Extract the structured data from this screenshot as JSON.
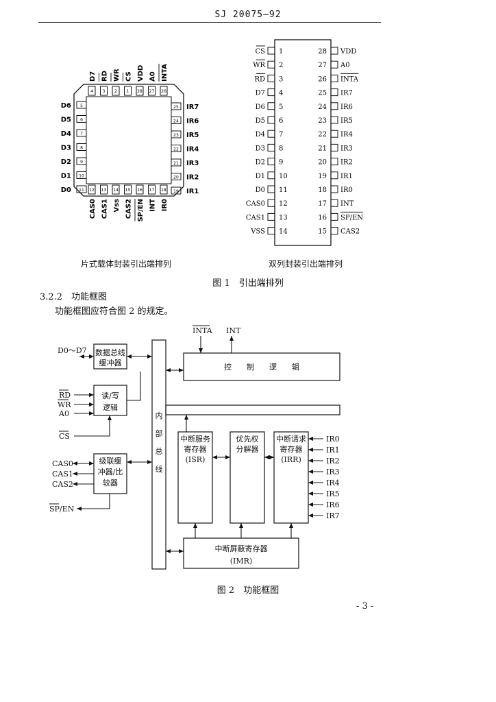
{
  "header": {
    "std": "SJ 20075—92"
  },
  "plcc": {
    "caption": "片式载体封装引出端排列",
    "top": [
      {
        "name": "D7",
        "pin": "4"
      },
      {
        "name": "RD",
        "pin": "3",
        "bar": true
      },
      {
        "name": "WR",
        "pin": "2",
        "bar": true
      },
      {
        "name": "CS",
        "pin": "1",
        "bar": true
      },
      {
        "name": "V_DD",
        "pin": "28"
      },
      {
        "name": "A0",
        "pin": "27"
      },
      {
        "name": "INTA",
        "pin": "26",
        "bar": true
      }
    ],
    "left": [
      {
        "name": "D6",
        "pin": "5"
      },
      {
        "name": "D5",
        "pin": "6"
      },
      {
        "name": "D4",
        "pin": "7"
      },
      {
        "name": "D3",
        "pin": "8"
      },
      {
        "name": "D2",
        "pin": "9"
      },
      {
        "name": "D1",
        "pin": "10"
      },
      {
        "name": "D0",
        "pin": "11"
      }
    ],
    "right": [
      {
        "name": "IR7",
        "pin": "25"
      },
      {
        "name": "IR6",
        "pin": "24"
      },
      {
        "name": "IR5",
        "pin": "23"
      },
      {
        "name": "IR4",
        "pin": "22"
      },
      {
        "name": "IR3",
        "pin": "21"
      },
      {
        "name": "IR2",
        "pin": "20"
      },
      {
        "name": "IR1",
        "pin": "19"
      }
    ],
    "bottom": [
      {
        "name": "CAS0",
        "pin": "12"
      },
      {
        "name": "CAS1",
        "pin": "13"
      },
      {
        "name": "Vss",
        "pin": "14"
      },
      {
        "name": "CAS2",
        "pin": "15"
      },
      {
        "name": "SP/EN",
        "pin": "16",
        "bar": true
      },
      {
        "name": "INT",
        "pin": "17"
      },
      {
        "name": "IR0",
        "pin": "18"
      }
    ]
  },
  "dip": {
    "caption": "双列封装引出端排列",
    "left": [
      {
        "pin": "1",
        "name": "CS",
        "bar": true
      },
      {
        "pin": "2",
        "name": "WR",
        "bar": true
      },
      {
        "pin": "3",
        "name": "RD",
        "bar": true
      },
      {
        "pin": "4",
        "name": "D7"
      },
      {
        "pin": "5",
        "name": "D6"
      },
      {
        "pin": "6",
        "name": "D5"
      },
      {
        "pin": "7",
        "name": "D4"
      },
      {
        "pin": "8",
        "name": "D3"
      },
      {
        "pin": "9",
        "name": "D2"
      },
      {
        "pin": "10",
        "name": "D1"
      },
      {
        "pin": "11",
        "name": "D0"
      },
      {
        "pin": "12",
        "name": "CAS0"
      },
      {
        "pin": "13",
        "name": "CAS1"
      },
      {
        "pin": "14",
        "name": "V_SS"
      }
    ],
    "right": [
      {
        "pin": "28",
        "name": "V_DD"
      },
      {
        "pin": "27",
        "name": "A0"
      },
      {
        "pin": "26",
        "name": "INTA",
        "bar": true
      },
      {
        "pin": "25",
        "name": "IR7"
      },
      {
        "pin": "24",
        "name": "IR6"
      },
      {
        "pin": "23",
        "name": "IR5"
      },
      {
        "pin": "22",
        "name": "IR4"
      },
      {
        "pin": "21",
        "name": "IR3"
      },
      {
        "pin": "20",
        "name": "IR2"
      },
      {
        "pin": "19",
        "name": "IR1"
      },
      {
        "pin": "18",
        "name": "IR0"
      },
      {
        "pin": "17",
        "name": "INT"
      },
      {
        "pin": "16",
        "name": "SP/EN",
        "bar": true
      },
      {
        "pin": "15",
        "name": "CAS2"
      }
    ]
  },
  "fig1_title": "图 1　引出端排列",
  "section": "3.2.2　功能框图",
  "paragraph": "功能框图应符合图 2 的规定。",
  "fig2": {
    "inta": "INTA",
    "int": "INT",
    "d_bus": "D0～D7",
    "data_buffer": [
      "数据总线",
      "缓冲器"
    ],
    "control_logic": "控　　制　　逻　　辑",
    "rw_logic": [
      "读/写",
      "逻辑"
    ],
    "rd": "RD",
    "wr": "WR",
    "a0": "A0",
    "cs": "CS",
    "internal_bus": [
      "内",
      "部",
      "总",
      "线"
    ],
    "cascade": [
      "级联缓",
      "冲器/比",
      "较器"
    ],
    "cas0": "CAS0",
    "cas1": "CAS1",
    "cas2": "CAS2",
    "spen": "SP/EN",
    "isr": [
      "中断服务",
      "寄存器",
      "(ISR)"
    ],
    "priority": [
      "优先权",
      "分解器"
    ],
    "irr": [
      "中断请求",
      "寄存器",
      "(IRR)"
    ],
    "ir": [
      "IR0",
      "IR1",
      "IR2",
      "IR3",
      "IR4",
      "IR5",
      "IR6",
      "IR7"
    ],
    "imr": [
      "中断屏蔽寄存器",
      "(IMR)"
    ]
  },
  "fig2_title": "图 2　功能框图",
  "page_num": "- 3 -"
}
